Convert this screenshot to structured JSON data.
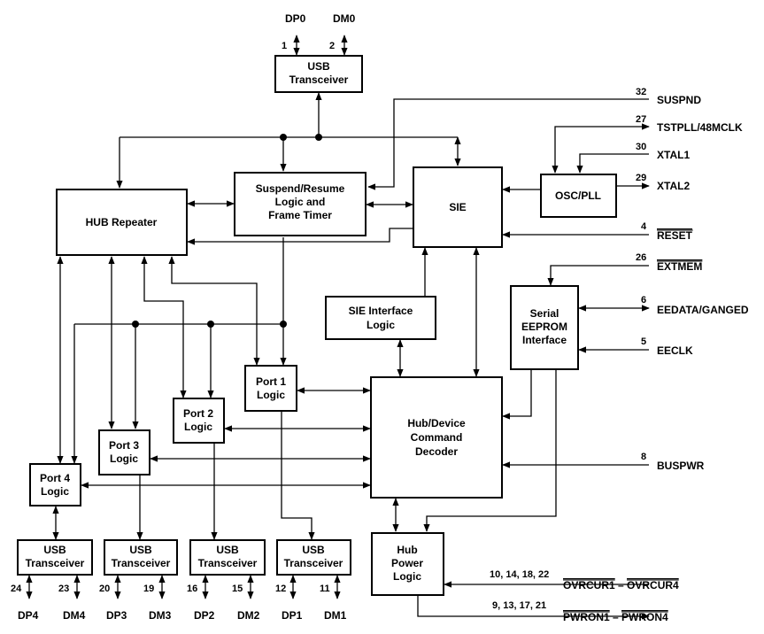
{
  "blocks": {
    "usb_top": [
      "USB",
      "Transceiver"
    ],
    "hub_repeater": [
      "HUB Repeater"
    ],
    "suspend": [
      "Suspend/Resume",
      "Logic and",
      "Frame Timer"
    ],
    "sie": [
      "SIE"
    ],
    "osc": [
      "OSC/PLL"
    ],
    "sie_interface": [
      "SIE Interface",
      "Logic"
    ],
    "eeprom": [
      "Serial",
      "EEPROM",
      "Interface"
    ],
    "decoder": [
      "Hub/Device",
      "Command",
      "Decoder"
    ],
    "port1": [
      "Port 1",
      "Logic"
    ],
    "port2": [
      "Port 2",
      "Logic"
    ],
    "port3": [
      "Port 3",
      "Logic"
    ],
    "port4": [
      "Port 4",
      "Logic"
    ],
    "hub_power": [
      "Hub",
      "Power",
      "Logic"
    ],
    "usb1": [
      "USB",
      "Transceiver"
    ],
    "usb2": [
      "USB",
      "Transceiver"
    ],
    "usb3": [
      "USB",
      "Transceiver"
    ],
    "usb4": [
      "USB",
      "Transceiver"
    ]
  },
  "signals": {
    "dp0": "DP0",
    "dm0": "DM0",
    "dp1": "DP1",
    "dm1": "DM1",
    "dp2": "DP2",
    "dm2": "DM2",
    "dp3": "DP3",
    "dm3": "DM3",
    "dp4": "DP4",
    "dm4": "DM4",
    "suspnd": "SUSPND",
    "tstpll": "TSTPLL/48MCLK",
    "xtal1": "XTAL1",
    "xtal2": "XTAL2",
    "reset": "RESET",
    "extmem": "EXTMEM",
    "eedata": "EEDATA/GANGED",
    "eeclk": "EECLK",
    "buspwr": "BUSPWR",
    "ovrcur_a": "OVRCUR1",
    "ovrcur_sep": " – ",
    "ovrcur_b": "OVRCUR4",
    "pwron_a": "PWRON1",
    "pwron_sep": " – ",
    "pwron_b": "PWRON4"
  },
  "pins": {
    "dp0": "1",
    "dm0": "2",
    "dp1": "12",
    "dm1": "11",
    "dp2": "16",
    "dm2": "15",
    "dp3": "20",
    "dm3": "19",
    "dp4": "24",
    "dm4": "23",
    "suspnd": "32",
    "tstpll": "27",
    "xtal1": "30",
    "xtal2": "29",
    "reset": "4",
    "extmem": "26",
    "eedata": "6",
    "eeclk": "5",
    "buspwr": "8",
    "ovrcur": "10, 14, 18, 22",
    "pwron": "9, 13, 17, 21"
  }
}
